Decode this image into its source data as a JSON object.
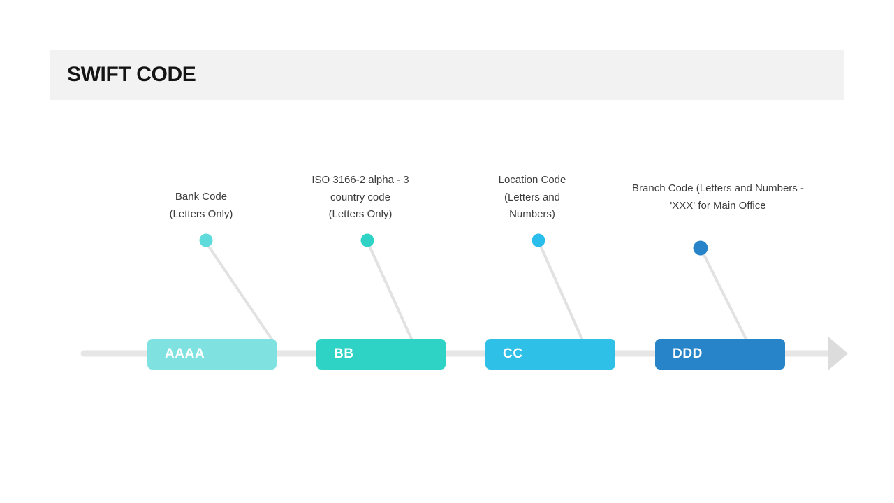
{
  "header": {
    "title": "SWIFT CODE",
    "background_color": "#f2f2f2",
    "title_color": "#141414"
  },
  "timeline": {
    "axis_color": "#e6e6e6",
    "connector_color": "#e2e2e2",
    "arrow_icon": "right-arrow-head",
    "steps": [
      {
        "code": "AAAA",
        "caption": "Bank Code\n(Letters Only)",
        "caption_lines": [
          "Bank Code",
          "(Letters Only)"
        ],
        "box_color": "#7fe1e0",
        "dot_color": "#5fdbdb"
      },
      {
        "code": "BB",
        "caption": "ISO 3166-2 alpha - 3 country code (Letters Only)",
        "caption_lines": [
          "ISO 3166-2 alpha - 3",
          "country code",
          "(Letters Only)"
        ],
        "box_color": "#2ed3c6",
        "dot_color": "#2ed3c6"
      },
      {
        "code": "CC",
        "caption": "Location Code (Letters and Numbers)",
        "caption_lines": [
          "Location Code",
          "(Letters and",
          "Numbers)"
        ],
        "box_color": "#2fc0e8",
        "dot_color": "#2bbdeb"
      },
      {
        "code": "DDD",
        "caption": "Branch Code (Letters and Numbers - 'XXX' for Main Office",
        "caption_lines": [
          "Branch Code (Letters and Numbers -",
          "'XXX' for Main Office"
        ],
        "box_color": "#2784c8",
        "dot_color": "#2784c8"
      }
    ]
  }
}
